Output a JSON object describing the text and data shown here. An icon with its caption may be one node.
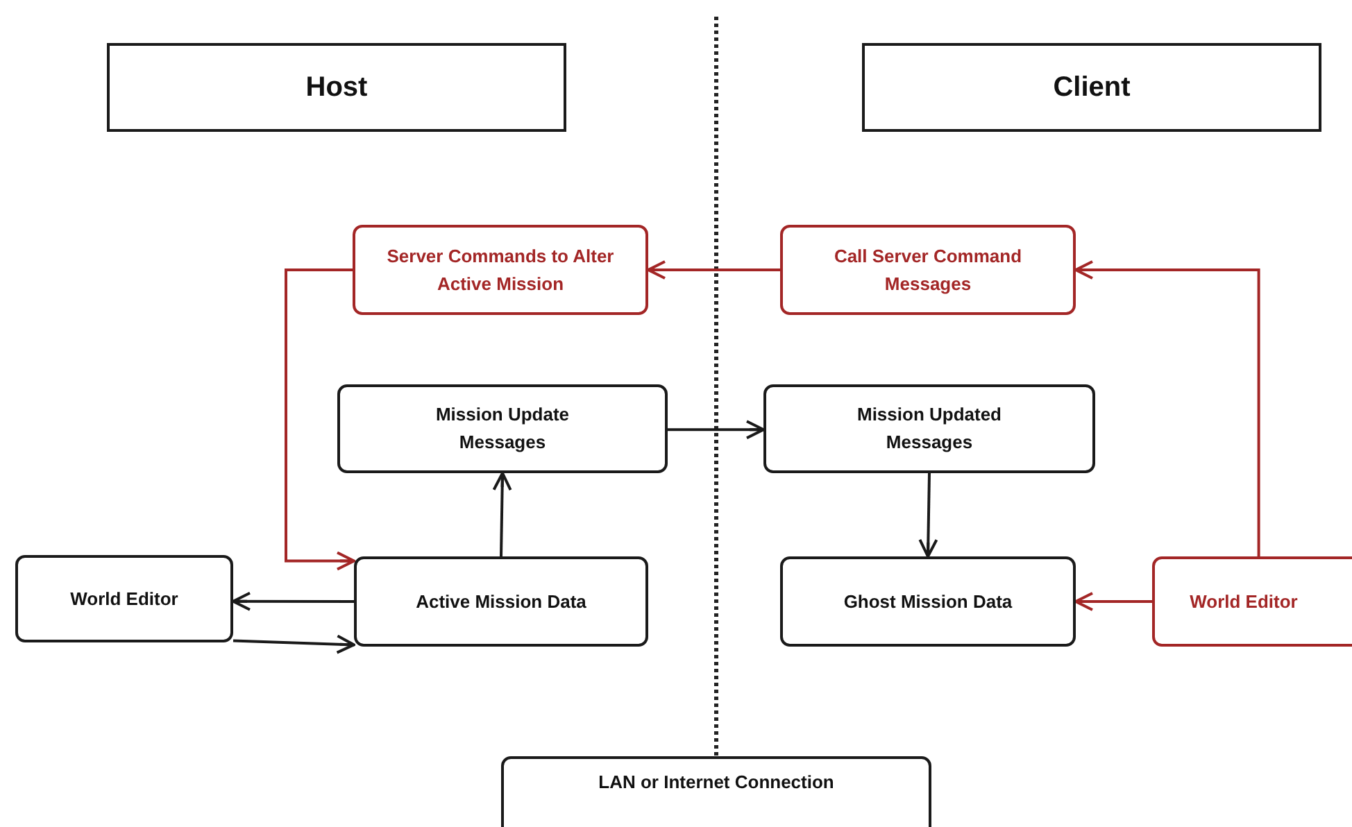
{
  "diagram": {
    "nodes": [
      {
        "text": [
          "Host"
        ]
      },
      {
        "text": [
          "Client"
        ]
      },
      {
        "text": [
          "Server Commands to Alter Active Mission"
        ]
      },
      {
        "text": [
          "Call Server Command Messages"
        ]
      },
      {
        "text": [
          "Mission Update Messages"
        ]
      },
      {
        "text": [
          "Mission Updated Messages"
        ]
      },
      {
        "text": [
          "World Editor"
        ]
      },
      {
        "text": [
          "Active Mission Data"
        ]
      },
      {
        "text": [
          "Ghost Mission Data"
        ]
      },
      {
        "text": [
          "World Editor"
        ]
      },
      {
        "text": [
          "LAN or Internet Connection"
        ]
      }
    ],
    "edges": [
      {
        "from": 3,
        "to": 2,
        "arrow": "to",
        "color": "#a32626"
      },
      {
        "from": 2,
        "to": 7,
        "arrow": "to",
        "color": "#a32626"
      },
      {
        "from": 9,
        "to": 3,
        "arrow": "to",
        "color": "#a32626"
      },
      {
        "from": 9,
        "to": 8,
        "arrow": "to",
        "color": "#a32626"
      },
      {
        "from": 4,
        "to": 5,
        "arrow": "to"
      },
      {
        "from": 5,
        "to": 8,
        "arrow": "to"
      },
      {
        "from": 7,
        "to": 4,
        "arrow": "to"
      },
      {
        "from": 7,
        "to": 6,
        "arrow": "to"
      },
      {
        "from": 6,
        "to": 7,
        "arrow": "to"
      }
    ]
  }
}
